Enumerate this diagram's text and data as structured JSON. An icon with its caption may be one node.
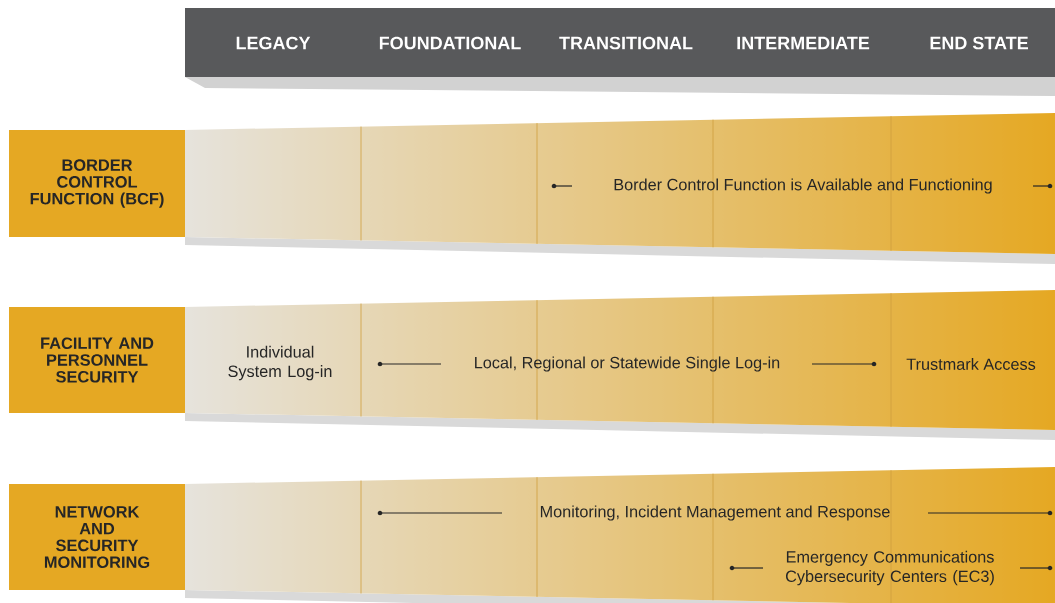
{
  "diagram": {
    "nodes": [
      {
        "text": [
          "BORDER CONTROL FUNCTION (BCF)"
        ]
      },
      {
        "text": [
          "FACILITY AND PERSONNEL SECURITY"
        ]
      },
      {
        "text": [
          "NETWORK AND SECURITY MONITORING"
        ]
      }
    ],
    "labels": [
      "LEGACY",
      "FOUNDATIONAL",
      "TRANSITIONAL",
      "INTERMEDIATE",
      "END STATE",
      "Border Control Function is Available and Functioning",
      "Individual System Log-in",
      "Local, Regional or Statewide Single Log-in",
      "Trustmark Access",
      "Monitoring, Incident Management and Response",
      "Emergency Communications Cybersecurity Centers (EC3)"
    ]
  }
}
